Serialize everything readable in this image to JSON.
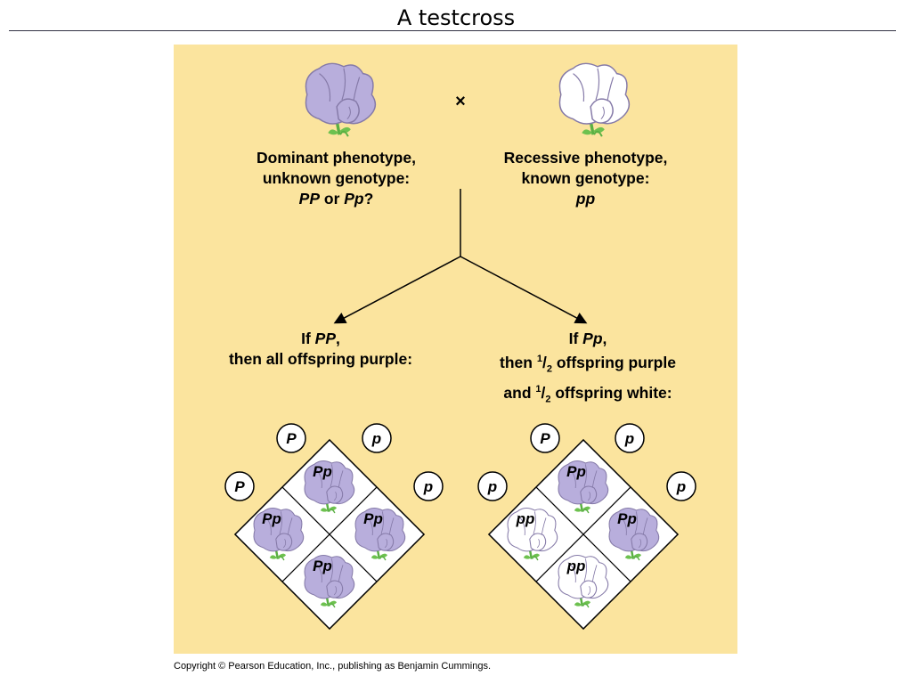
{
  "page_title": "A testcross",
  "cross_symbol": "×",
  "parents": {
    "dominant": {
      "line1": "Dominant phenotype,",
      "line2": "unknown genotype:",
      "g1": "PP",
      "or": " or ",
      "g2": "Pp",
      "q": "?"
    },
    "recessive": {
      "line1": "Recessive phenotype,",
      "line2": "known genotype:",
      "g": "pp"
    }
  },
  "outcomes": {
    "left": {
      "if_pre": "If ",
      "if_g": "PP",
      "if_post": ",",
      "line2": "then all offspring purple:"
    },
    "right": {
      "if_pre": "If ",
      "if_g": "Pp",
      "if_post": ",",
      "line2a": "then ",
      "line2b": " offspring purple",
      "line3a": "and ",
      "line3b": " offspring white:",
      "frac_num": "1",
      "frac_den": "2"
    }
  },
  "grids": {
    "left": {
      "top_gametes": [
        "P",
        "p"
      ],
      "side_gametes": [
        "P",
        "p"
      ],
      "cells": [
        "Pp",
        "Pp",
        "Pp",
        "Pp"
      ],
      "flower_colors": [
        "purple",
        "purple",
        "purple",
        "purple"
      ]
    },
    "right": {
      "top_gametes": [
        "P",
        "p"
      ],
      "side_gametes": [
        "p",
        "p"
      ],
      "cells": [
        "Pp",
        "pp",
        "Pp",
        "pp"
      ],
      "flower_colors": [
        "purple",
        "white",
        "purple",
        "white"
      ]
    }
  },
  "colors": {
    "panel_bg": "#fbe49e",
    "purple_flower": "#b8aedc",
    "white_flower": "#ffffff",
    "stem": "#6dc14f"
  },
  "icons": [
    "purple-flower-icon",
    "white-flower-icon",
    "arrow-icon"
  ],
  "copyright": "Copyright © Pearson Education, Inc., publishing as Benjamin Cummings."
}
